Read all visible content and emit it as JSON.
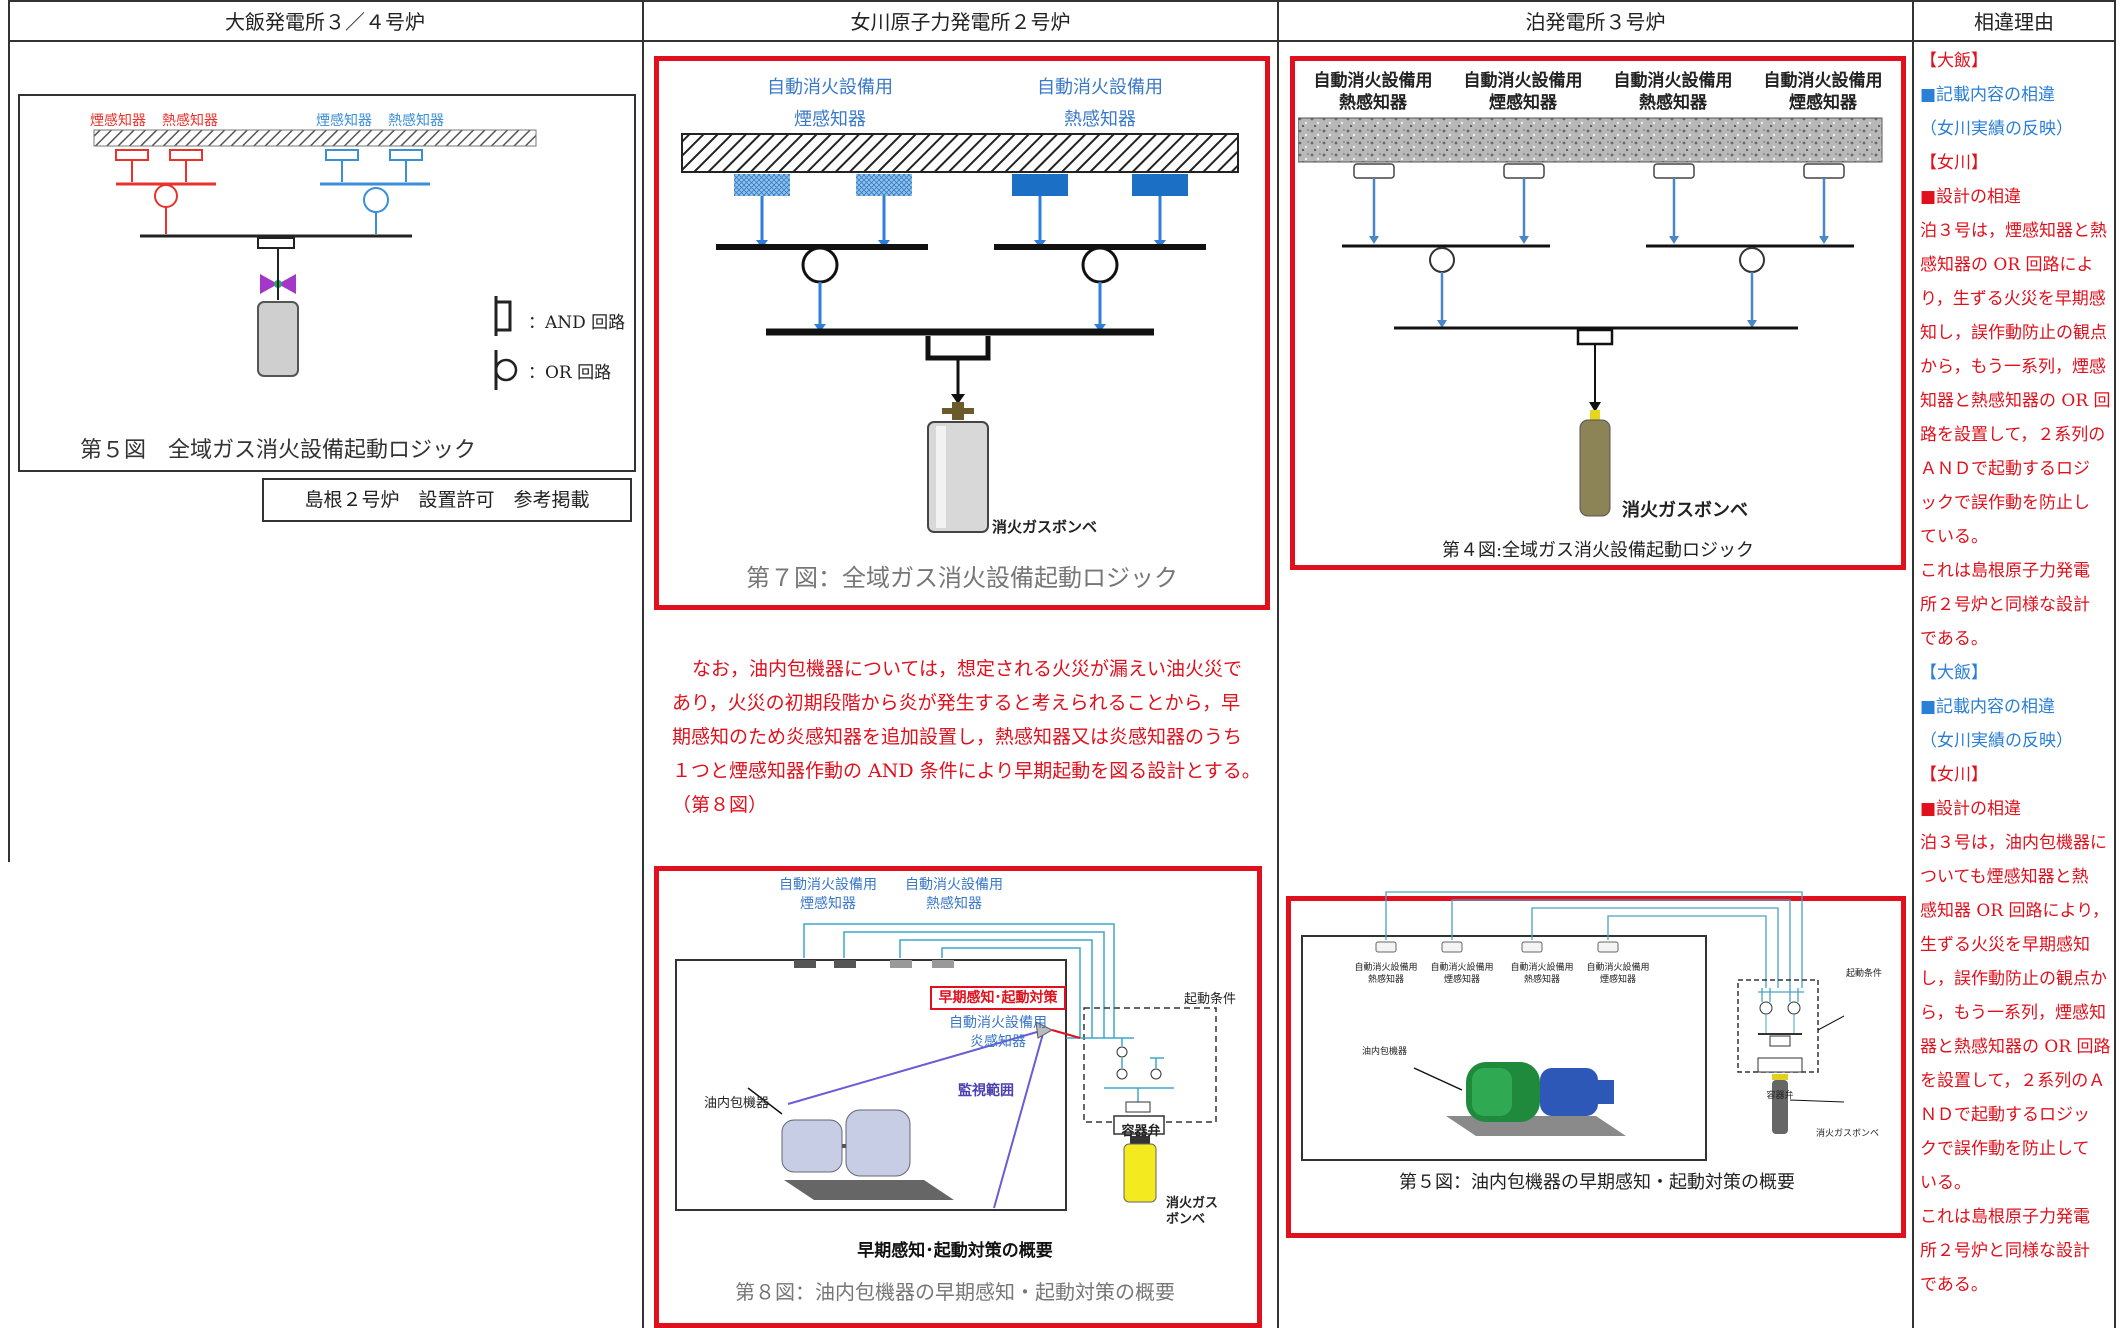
{
  "header": {
    "col1": "大飯発電所３／４号炉",
    "col2": "女川原子力発電所２号炉",
    "col3": "泊発電所３号炉",
    "col4": "相違理由"
  },
  "ohi": {
    "label_smoke": "煙感知器",
    "label_heat": "熱感知器",
    "label_smoke2": "煙感知器",
    "label_heat2": "熱感知器",
    "legend_and": "：AND 回路",
    "legend_or": "：OR 回路",
    "caption": "第５図　全域ガス消火設備起動ロジック",
    "note_box": "島根２号炉　設置許可　参考掲載"
  },
  "onagawa": {
    "fig7_label_smoke_l1": "自動消火設備用",
    "fig7_label_smoke_l2": "煙感知器",
    "fig7_label_heat_l1": "自動消火設備用",
    "fig7_label_heat_l2": "熱感知器",
    "fig7_cylinder": "消火ガスボンベ",
    "fig7_caption": "第７図：全域ガス消火設備起動ロジック",
    "note_lines": [
      "なお，油内包機器については，想定される火災が漏えい油火災で",
      "あり，火災の初期段階から炎が発生すると考えられることから，早",
      "期感知のため炎感知器を追加設置し，熱感知器又は炎感知器のうち",
      "１つと煙感知器作動の AND 条件により早期起動を図る設計とする。",
      "（第８図）"
    ],
    "fig8_label_smoke_l1": "自動消火設備用",
    "fig8_label_smoke_l2": "煙感知器",
    "fig8_label_heat_l1": "自動消火設備用",
    "fig8_label_heat_l2": "熱感知器",
    "fig8_early": "早期感知･起動対策",
    "fig8_flame_l1": "自動消火設備用",
    "fig8_flame_l2": "炎感知器",
    "fig8_start_cond": "起動条件",
    "fig8_monitor": "監視範囲",
    "fig8_oil_equipment": "油内包機器",
    "fig8_valve": "容器弁",
    "fig8_cyl_l1": "消火ガス",
    "fig8_cyl_l2": "ボンベ",
    "fig8_overview": "早期感知･起動対策の概要",
    "fig8_caption": "第８図：油内包機器の早期感知・起動対策の概要"
  },
  "tomari": {
    "fig4_labels": [
      {
        "l1": "自動消火設備用",
        "l2": "熱感知器"
      },
      {
        "l1": "自動消火設備用",
        "l2": "煙感知器"
      },
      {
        "l1": "自動消火設備用",
        "l2": "熱感知器"
      },
      {
        "l1": "自動消火設備用",
        "l2": "煙感知器"
      }
    ],
    "fig4_cylinder": "消火ガスボンベ",
    "fig4_caption": "第４図:全域ガス消火設備起動ロジック",
    "fig5_small_labels": [
      {
        "l1": "自動消火設備用",
        "l2": "熱感知器"
      },
      {
        "l1": "自動消火設備用",
        "l2": "煙感知器"
      },
      {
        "l1": "自動消火設備用",
        "l2": "熱感知器"
      },
      {
        "l1": "自動消火設備用",
        "l2": "煙感知器"
      }
    ],
    "fig5_oil": "油内包機器",
    "fig5_start_cond": "起動条件",
    "fig5_valve": "容器弁",
    "fig5_cylinder": "消火ガスボンベ",
    "fig5_caption": "第５図：油内包機器の早期感知・起動対策の概要"
  },
  "reasons": {
    "lines": [
      {
        "t": "【大飯】",
        "c": "red"
      },
      {
        "t": "■記載内容の相違",
        "c": "blue"
      },
      {
        "t": "（女川実績の反映）",
        "c": "blue"
      },
      {
        "t": "【女川】",
        "c": "red"
      },
      {
        "t": "■設計の相違",
        "c": "red"
      },
      {
        "t": "泊３号は，煙感知器と熱",
        "c": "red"
      },
      {
        "t": "感知器の OR 回路によ",
        "c": "red"
      },
      {
        "t": "り，生ずる火災を早期感",
        "c": "red"
      },
      {
        "t": "知し，誤作動防止の観点",
        "c": "red"
      },
      {
        "t": "から，もう一系列，煙感",
        "c": "red"
      },
      {
        "t": "知器と熱感知器の OR 回",
        "c": "red"
      },
      {
        "t": "路を設置して，２系列の",
        "c": "red"
      },
      {
        "t": "ＡＮＤで起動するロジ",
        "c": "red"
      },
      {
        "t": "ックで誤作動を防止し",
        "c": "red"
      },
      {
        "t": "ている。",
        "c": "red"
      },
      {
        "t": "これは島根原子力発電",
        "c": "red"
      },
      {
        "t": "所２号炉と同様な設計",
        "c": "red"
      },
      {
        "t": "である。",
        "c": "red"
      },
      {
        "t": "【大飯】",
        "c": "blue"
      },
      {
        "t": "■記載内容の相違",
        "c": "blue"
      },
      {
        "t": "（女川実績の反映）",
        "c": "blue"
      },
      {
        "t": "【女川】",
        "c": "red"
      },
      {
        "t": "■設計の相違",
        "c": "red"
      },
      {
        "t": "泊３号は，油内包機器に",
        "c": "red"
      },
      {
        "t": "ついても煙感知器と熱",
        "c": "red"
      },
      {
        "t": "感知器 OR 回路により，",
        "c": "red"
      },
      {
        "t": "生ずる火災を早期感知",
        "c": "red"
      },
      {
        "t": "し，誤作動防止の観点か",
        "c": "red"
      },
      {
        "t": "ら，もう一系列，煙感知",
        "c": "red"
      },
      {
        "t": "器と熱感知器の OR 回路",
        "c": "red"
      },
      {
        "t": "を設置して，２系列のＡ",
        "c": "red"
      },
      {
        "t": "ＮＤで起動するロジッ",
        "c": "red"
      },
      {
        "t": "クで誤作動を防止して",
        "c": "red"
      },
      {
        "t": "いる。",
        "c": "red"
      },
      {
        "t": "これは島根原子力発電",
        "c": "red"
      },
      {
        "t": "所２号炉と同様な設計",
        "c": "red"
      },
      {
        "t": "である。",
        "c": "red"
      }
    ]
  },
  "colors": {
    "red": "#e0101c",
    "blue": "#2a7fd6",
    "ohi_red": "#e8322b",
    "ohi_blue": "#3a8fd6"
  }
}
